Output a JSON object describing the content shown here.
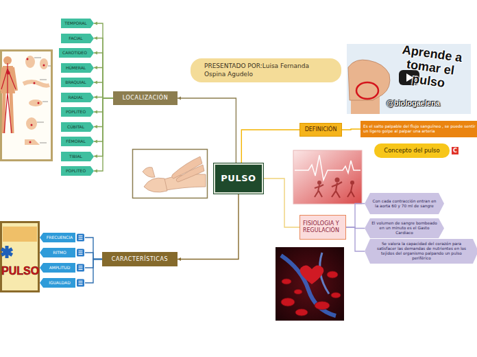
{
  "diagram": {
    "nodes": [
      {
        "text": [
          "PULSO"
        ]
      },
      {
        "text": [
          "PRESENTADO POR:Luisa Fernanda Ospina Agudelo"
        ]
      },
      {
        "text": [
          "LOCALIZACIÓN"
        ]
      },
      {
        "text": [
          "TEMPORAL"
        ]
      },
      {
        "text": [
          "FACIAL"
        ]
      },
      {
        "text": [
          "CAROTIDEO"
        ]
      },
      {
        "text": [
          "HÚMERAL"
        ]
      },
      {
        "text": [
          "BRAQUIAL"
        ]
      },
      {
        "text": [
          "RADIAL"
        ]
      },
      {
        "text": [
          "POPLITEO"
        ]
      },
      {
        "text": [
          "CÚBITAL"
        ]
      },
      {
        "text": [
          "FÉMORAL"
        ]
      },
      {
        "text": [
          "TIBIAL"
        ]
      },
      {
        "text": [
          "POPLITEO"
        ]
      },
      {
        "text": [
          "DEFINICIÓN"
        ]
      },
      {
        "text": [
          "Es el salto palpable del flujo sanguíneo , se puede sentir un ligero golpe al palpar una arteria"
        ]
      },
      {
        "text": [
          "Concepto del pulso"
        ]
      },
      {
        "text": [
          "FISIOLOGIA Y REGULACIÓN"
        ]
      },
      {
        "text": [
          "Con cada contracción entran en la aorta 60 y 70 ml de sangre"
        ]
      },
      {
        "text": [
          "El volumen de sangre bombeado en un minuto es el Gasto Cardiaco"
        ]
      },
      {
        "text": [
          "Se valora la capacidad del corazón para satisfacer las demandas de nutrientes en los tejidos del organismo palpando un pulso periférico"
        ]
      },
      {
        "text": [
          "CARACTERÍSTICAS"
        ]
      },
      {
        "text": [
          "FRECUENCIA"
        ]
      },
      {
        "text": [
          "RITMO"
        ]
      },
      {
        "text": [
          "AMPLITUD"
        ]
      },
      {
        "text": [
          "IGUALDAD"
        ]
      }
    ],
    "edges": [
      {
        "from": 0,
        "to": 2,
        "arrow": "to"
      },
      {
        "from": 2,
        "to": 3,
        "arrow": "to"
      },
      {
        "from": 2,
        "to": 4,
        "arrow": "to"
      },
      {
        "from": 2,
        "to": 5,
        "arrow": "to"
      },
      {
        "from": 2,
        "to": 6,
        "arrow": "to"
      },
      {
        "from": 2,
        "to": 7,
        "arrow": "to"
      },
      {
        "from": 2,
        "to": 8,
        "arrow": "to"
      },
      {
        "from": 2,
        "to": 9,
        "arrow": "to"
      },
      {
        "from": 2,
        "to": 10,
        "arrow": "to"
      },
      {
        "from": 2,
        "to": 11,
        "arrow": "to"
      },
      {
        "from": 2,
        "to": 12,
        "arrow": "to"
      },
      {
        "from": 2,
        "to": 13,
        "arrow": "to"
      },
      {
        "from": 0,
        "to": 14,
        "arrow": "none"
      },
      {
        "from": 14,
        "to": 15,
        "arrow": "none"
      },
      {
        "from": 0,
        "to": 17,
        "arrow": "none"
      },
      {
        "from": 17,
        "to": 18,
        "arrow": "none"
      },
      {
        "from": 17,
        "to": 19,
        "arrow": "none"
      },
      {
        "from": 17,
        "to": 20,
        "arrow": "none"
      },
      {
        "from": 0,
        "to": 21,
        "arrow": "to"
      },
      {
        "from": 21,
        "to": 22,
        "arrow": "none"
      },
      {
        "from": 21,
        "to": 23,
        "arrow": "none"
      },
      {
        "from": 21,
        "to": 24,
        "arrow": "none"
      },
      {
        "from": 21,
        "to": 25,
        "arrow": "none"
      }
    ],
    "labels": [
      "Aprende a tomar el pulso",
      "@biologaelena",
      "C",
      "PULSO"
    ]
  }
}
